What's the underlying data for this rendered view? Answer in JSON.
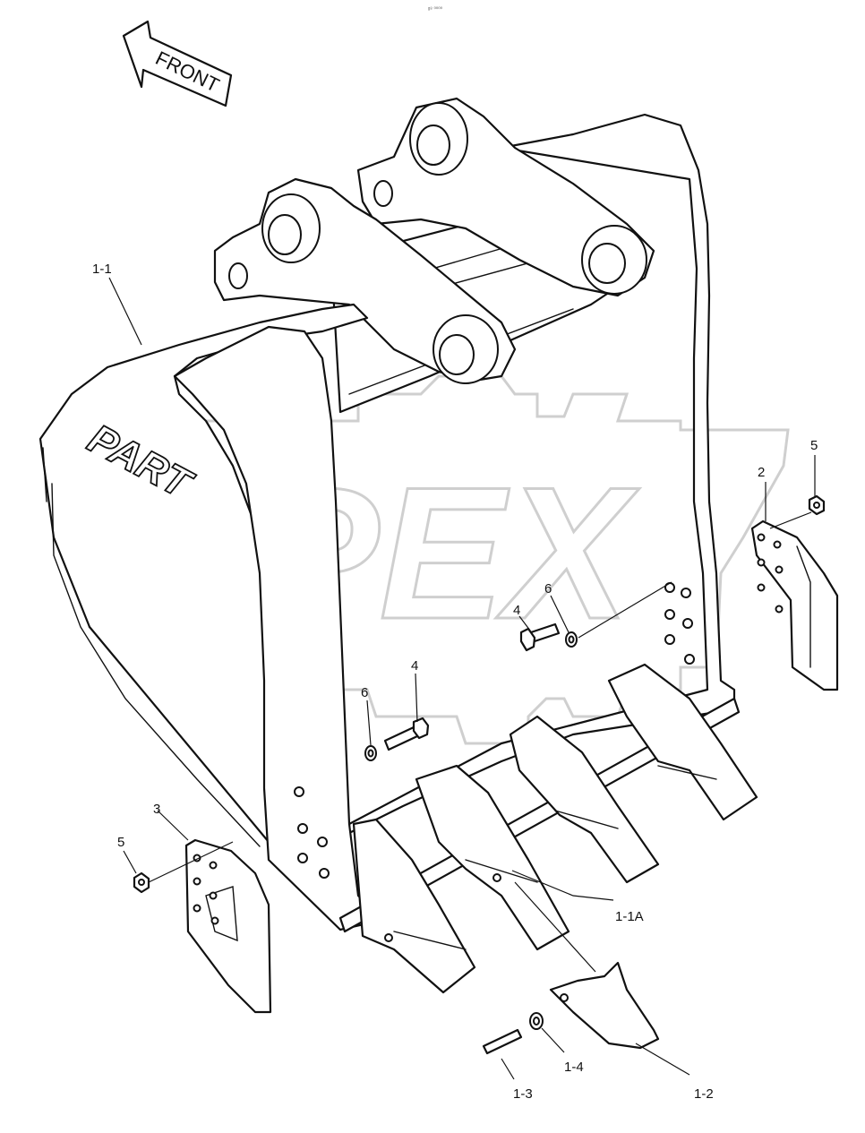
{
  "diagram": {
    "direction_label": "FRONT",
    "brand_mark": "PART",
    "watermark": "OPEX",
    "header_mark": "ᵍ⁸ ⁰⁰⁰⁰",
    "callouts": {
      "bucket": "1-1",
      "tooth_adapter": "1-1A",
      "tooth_point": "1-2",
      "pin": "1-3",
      "pin_ring": "1-4",
      "side_cutter_right": "2",
      "side_cutter_left": "3",
      "bolt_right": "4",
      "bolt_left": "4",
      "nut_right": "5",
      "nut_left": "5",
      "washer_right": "6",
      "washer_left": "6"
    }
  }
}
